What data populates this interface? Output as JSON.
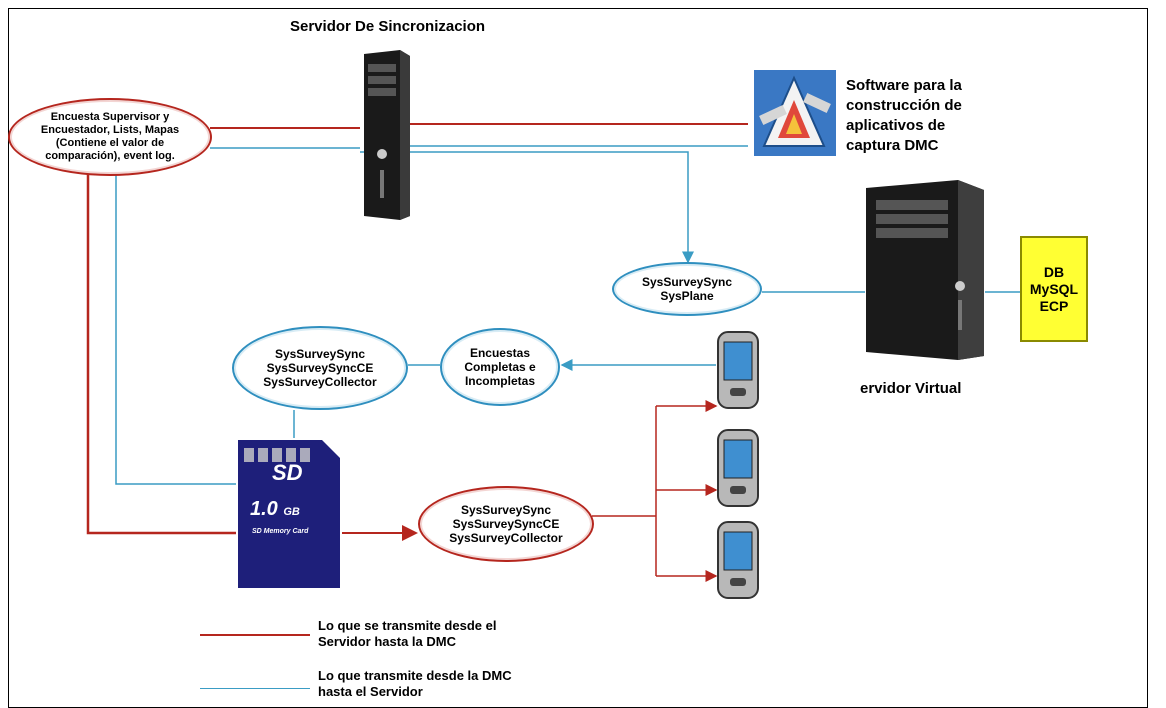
{
  "sync_server": {
    "title": "Servidor De Sincronizacion"
  },
  "virtual_server": {
    "title": "ervidor Virtual"
  },
  "database": {
    "label": "DB MySQL\nECP"
  },
  "software_box": {
    "label": "Software para la\nconstrucción de\naplicativos de\ncaptura DMC"
  },
  "survey_data": {
    "label": "Encuesta Supervisor y\nEncuestador, Lists, Mapas\n(Contiene el valor de\ncomparación), event log."
  },
  "sysplane": {
    "label": "SysSurveySync\nSysPlane"
  },
  "collector_top": {
    "label": "SysSurveySync\nSysSurveySyncCE\nSysSurveyCollector"
  },
  "encuestas": {
    "label": "Encuestas\nCompletas e\nIncompletas"
  },
  "collector_bottom": {
    "label": "SysSurveySync\nSysSurveySyncCE\nSysSurveyCollector"
  },
  "sd_card": {
    "capacity": "1.0",
    "unit": "GB",
    "brand": "SD",
    "caption": "SD Memory Card"
  },
  "legend": {
    "red_text": "Lo que se transmite desde el\nServidor hasta la DMC",
    "blue_text": "Lo que transmite desde la DMC\nhasta el Servidor"
  },
  "colors": {
    "server_to_dmc": "#b5261e",
    "dmc_to_server": "#3a9cc4",
    "db_fill": "#ffff33"
  }
}
